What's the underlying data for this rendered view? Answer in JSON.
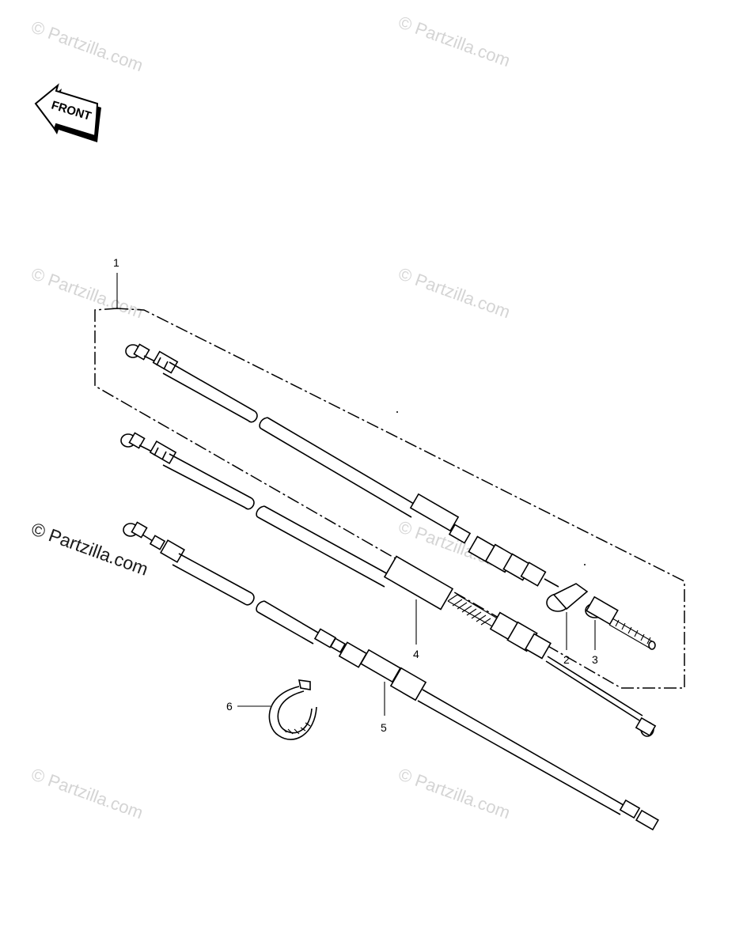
{
  "diagram": {
    "orientation_label": "FRONT",
    "watermarks": [
      "© Partzilla.com",
      "© Partzilla.com",
      "© Partzilla.com",
      "© Partzilla.com",
      "© Partzilla.com",
      "© Partzilla.com",
      "© Partzilla.com",
      "© Partzilla.com"
    ],
    "callouts": [
      "1",
      "2",
      "3",
      "4",
      "5",
      "6"
    ]
  }
}
